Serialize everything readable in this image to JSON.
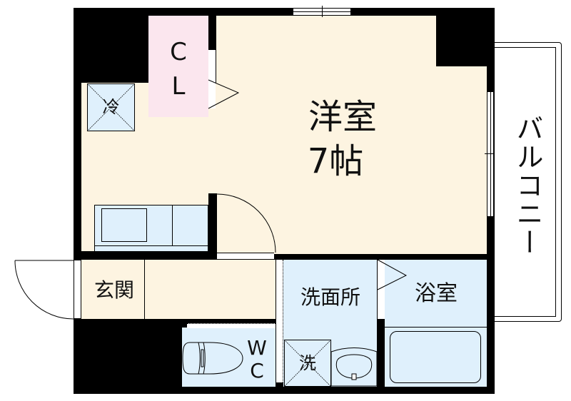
{
  "floorplan": {
    "rooms": {
      "western_room": {
        "name": "洋室",
        "size": "7帖"
      },
      "closet": {
        "label_line1": "C",
        "label_line2": "L"
      },
      "fridge": {
        "label": "冷"
      },
      "entrance": {
        "label": "玄関"
      },
      "washroom": {
        "label": "洗面所"
      },
      "washer": {
        "label": "洗"
      },
      "bathroom": {
        "label": "浴室"
      },
      "toilet": {
        "label_line1": "W",
        "label_line2": "C"
      },
      "balcony": {
        "label": "バルコニー"
      }
    },
    "colors": {
      "wall": "#000000",
      "floor": "#fdf4e1",
      "wet_area": "#dff0fc",
      "closet": "#fbe6ee",
      "background": "#ffffff"
    }
  }
}
